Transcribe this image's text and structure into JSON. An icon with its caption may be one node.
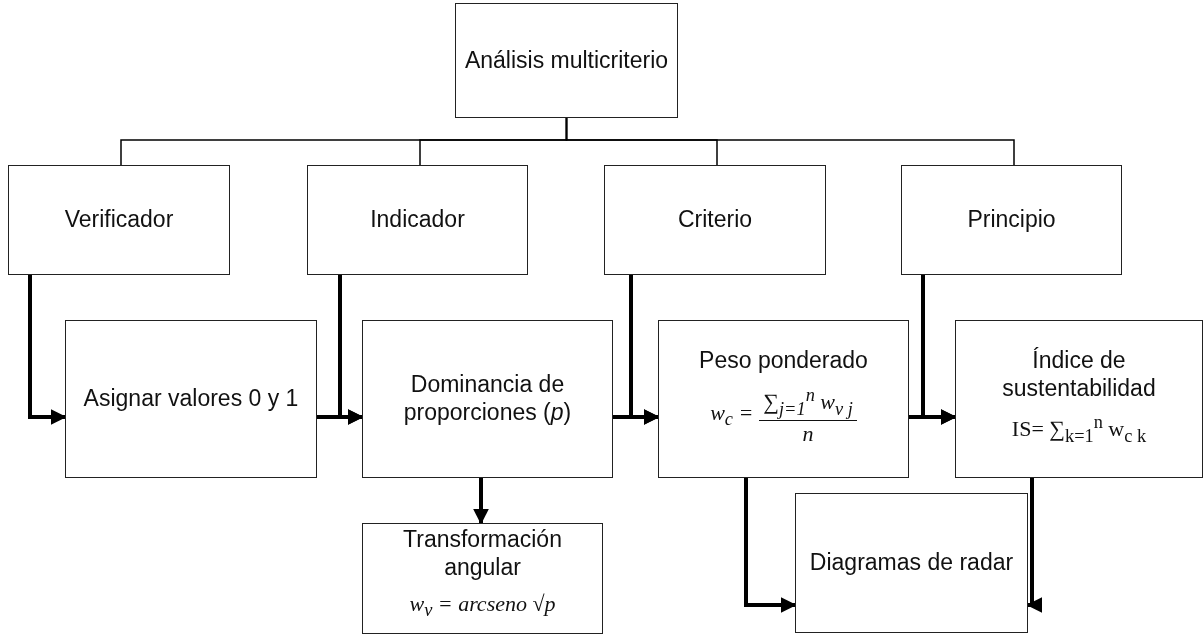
{
  "diagram": {
    "nodes": [
      {
        "text": [
          "Análisis multicriterio"
        ]
      },
      {
        "text": [
          "Verificador"
        ]
      },
      {
        "text": [
          "Indicador"
        ]
      },
      {
        "text": [
          "Criterio"
        ]
      },
      {
        "text": [
          "Principio"
        ]
      },
      {
        "text": [
          "Asignar valores 0 y 1"
        ]
      },
      {
        "text": [
          "Dominancia de proporciones (*p*)"
        ]
      },
      {
        "text": [
          "Peso ponderado",
          "w$_{c}$ =",
          "∑$_{j=1}$$^{n}$ w$_{v j}$",
          "n"
        ]
      },
      {
        "text": [
          "Índice de sustentabilidad",
          "IS= ∑$_{k=1}$$^{n}$ w$_{c k}$"
        ]
      },
      {
        "text": [
          "Transformación angular",
          "w$_{v}$ = arcseno √p"
        ]
      },
      {
        "text": [
          "Diagramas de radar"
        ]
      }
    ],
    "edges": [
      {
        "from": 0,
        "to": 1,
        "arrow": "none"
      },
      {
        "from": 0,
        "to": 2,
        "arrow": "none"
      },
      {
        "from": 0,
        "to": 3,
        "arrow": "none"
      },
      {
        "from": 0,
        "to": 4,
        "arrow": "none"
      },
      {
        "from": 1,
        "to": 5,
        "arrow": "to"
      },
      {
        "from": 5,
        "to": 6,
        "arrow": "to"
      },
      {
        "from": 2,
        "to": 6,
        "arrow": "to"
      },
      {
        "from": 6,
        "to": 7,
        "arrow": "to"
      },
      {
        "from": 3,
        "to": 7,
        "arrow": "to"
      },
      {
        "from": 7,
        "to": 8,
        "arrow": "to"
      },
      {
        "from": 4,
        "to": 8,
        "arrow": "to"
      },
      {
        "from": 6,
        "to": 9,
        "arrow": "to"
      },
      {
        "from": 7,
        "to": 10,
        "arrow": "to"
      },
      {
        "from": 8,
        "to": 10,
        "arrow": "to"
      }
    ]
  }
}
